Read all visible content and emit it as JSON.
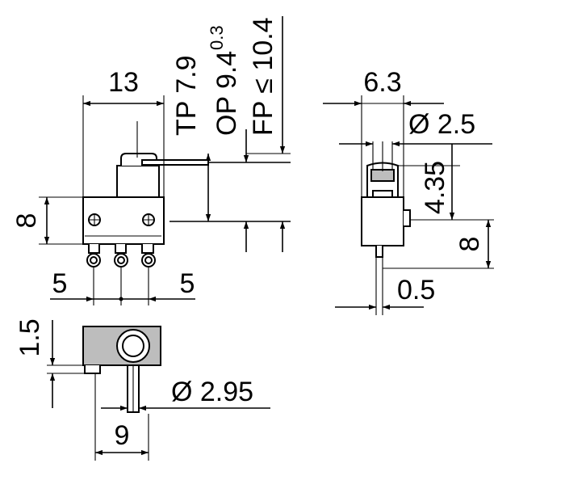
{
  "dims": {
    "width_13": "13",
    "tp": "TP 7.9",
    "op": "OP 9.4",
    "op_tol": "0.3",
    "fp": "FP ≤ 10.4",
    "height_8_left": "8",
    "pitch_left": "5",
    "pitch_right": "5",
    "side_width": "6.3",
    "dia_button": "Ø 2.5",
    "button_height": "4.35",
    "height_8_right": "8",
    "terminal_offset": "0.5",
    "base_1_5": "1.5",
    "dia_hole": "Ø 2.95",
    "hole_pos_9": "9"
  },
  "colors": {
    "line": "#000000",
    "fill": "#bdbdbd",
    "background": "#ffffff"
  }
}
